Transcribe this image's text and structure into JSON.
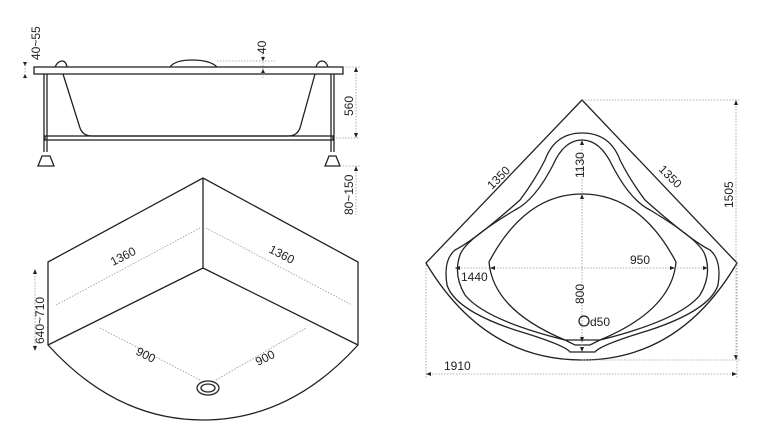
{
  "drawing": {
    "side_view": {
      "rim_height": "40~55",
      "headrest_height": "40",
      "depth": "560",
      "leg_height": "80~150"
    },
    "iso_view": {
      "side_left": "1360",
      "side_right": "1360",
      "front_height": "640~710",
      "inner_left": "900",
      "inner_right": "900"
    },
    "top_view": {
      "side_left": "1350",
      "side_right": "1350",
      "inner_depth": "1130",
      "total_depth": "1505",
      "inner_width": "1440",
      "bottom_width": "950",
      "bottom_depth": "800",
      "drain": "d50",
      "total_width": "1910"
    }
  }
}
